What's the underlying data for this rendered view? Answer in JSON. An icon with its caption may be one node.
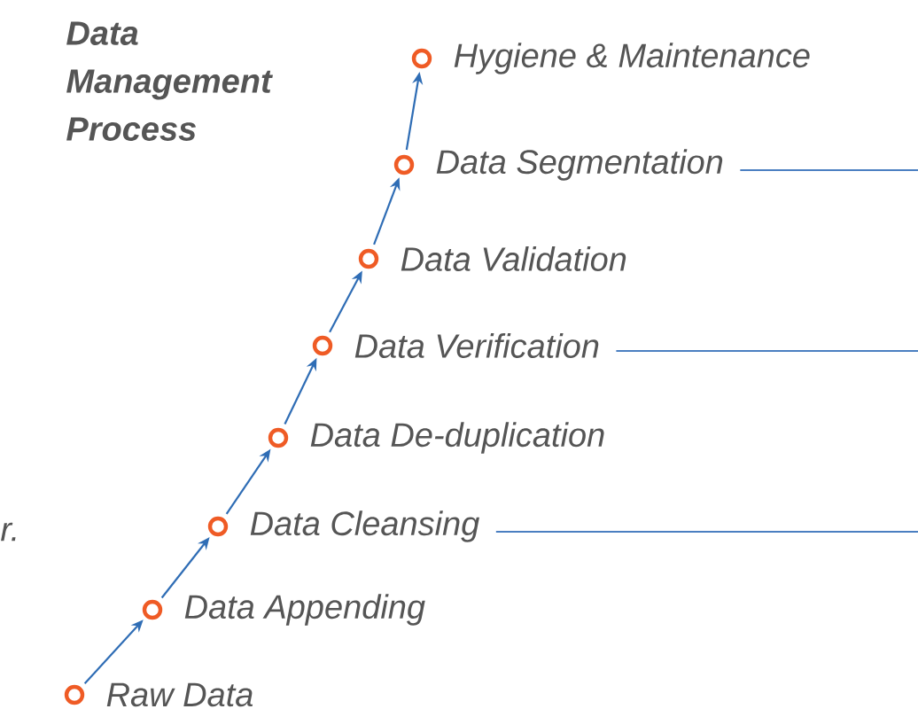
{
  "diagram": {
    "title": "Data Management Process",
    "nodes": [
      {
        "text": [
          "Raw Data"
        ]
      },
      {
        "text": [
          "Data Appending"
        ]
      },
      {
        "text": [
          "Data Cleansing"
        ]
      },
      {
        "text": [
          "Data De-duplication"
        ]
      },
      {
        "text": [
          "Data Verification"
        ]
      },
      {
        "text": [
          "Data Validation"
        ]
      },
      {
        "text": [
          "Data Segmentation"
        ]
      },
      {
        "text": [
          "Hygiene & Maintenance"
        ]
      }
    ],
    "edges": [
      {
        "from": 0,
        "to": 1,
        "arrow": "to"
      },
      {
        "from": 1,
        "to": 2,
        "arrow": "to"
      },
      {
        "from": 2,
        "to": 3,
        "arrow": "to"
      },
      {
        "from": 3,
        "to": 4,
        "arrow": "to"
      },
      {
        "from": 4,
        "to": 5,
        "arrow": "to"
      },
      {
        "from": 5,
        "to": 6,
        "arrow": "to"
      },
      {
        "from": 6,
        "to": 7,
        "arrow": "to"
      },
      {
        "from": 6,
        "to": null,
        "arrow": "none"
      },
      {
        "from": 4,
        "to": null,
        "arrow": "none"
      },
      {
        "from": 2,
        "to": null,
        "arrow": "none"
      }
    ],
    "labels": [
      "r."
    ]
  }
}
